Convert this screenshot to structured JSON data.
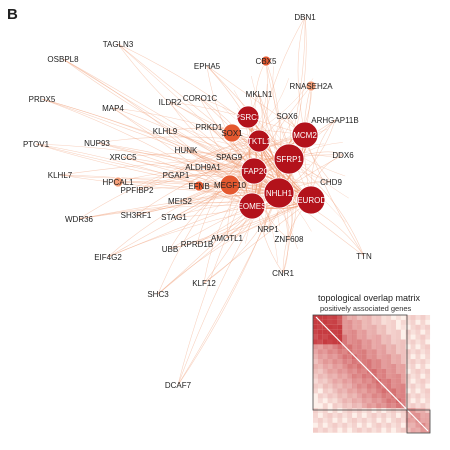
{
  "panel_label": "B",
  "inset": {
    "title": "topological overlap matrix",
    "subtitle": "positively associated genes"
  },
  "colors": {
    "edge": "#f2a27c",
    "node_dark": "#b3121b",
    "node_mid": "#e4582f",
    "node_light": "#f6a07a",
    "node_outline": "#ffffff"
  },
  "nodes": [
    {
      "id": "DBN1",
      "label": "DBN1"
    },
    {
      "id": "TAGLN3",
      "label": "TAGLN3"
    },
    {
      "id": "OSBPL8",
      "label": "OSBPL8"
    },
    {
      "id": "CBX5",
      "label": "CBX5"
    },
    {
      "id": "EPHA5",
      "label": "EPHA5"
    },
    {
      "id": "RNASEH2A",
      "label": "RNASEH2A"
    },
    {
      "id": "PRDX5",
      "label": "PRDX5"
    },
    {
      "id": "MAP4",
      "label": "MAP4"
    },
    {
      "id": "ILDR2",
      "label": "ILDR2"
    },
    {
      "id": "CORO1C",
      "label": "CORO1C"
    },
    {
      "id": "MKLN1",
      "label": "MKLN1"
    },
    {
      "id": "PSRC1",
      "label": "PSRC1"
    },
    {
      "id": "SOX6",
      "label": "SOX6"
    },
    {
      "id": "ARHGAP11B",
      "label": "ARHGAP11B"
    },
    {
      "id": "PTOV1",
      "label": "PTOV1"
    },
    {
      "id": "NUP93",
      "label": "NUP93"
    },
    {
      "id": "KLHL9",
      "label": "KLHL9"
    },
    {
      "id": "PRKD1",
      "label": "PRKD1"
    },
    {
      "id": "SOX1",
      "label": "SOX1"
    },
    {
      "id": "TKTL1",
      "label": "TKTL1"
    },
    {
      "id": "MCM2",
      "label": "MCM2"
    },
    {
      "id": "DDX6",
      "label": "DDX6"
    },
    {
      "id": "HUNK",
      "label": "HUNK"
    },
    {
      "id": "SPAG9",
      "label": "SPAG9"
    },
    {
      "id": "SFRP1",
      "label": "SFRP1"
    },
    {
      "id": "XRCC5",
      "label": "XRCC5"
    },
    {
      "id": "ALDH9A1",
      "label": "ALDH9A1"
    },
    {
      "id": "TFAP2C",
      "label": "TFAP2C"
    },
    {
      "id": "CHD9",
      "label": "CHD9"
    },
    {
      "id": "KLHL7",
      "label": "KLHL7"
    },
    {
      "id": "HPCAL1",
      "label": "HPCAL1"
    },
    {
      "id": "PGAP1",
      "label": "PGAP1"
    },
    {
      "id": "EFNB",
      "label": "EFNB"
    },
    {
      "id": "MEGF10",
      "label": "MEGF10"
    },
    {
      "id": "NHLH1",
      "label": "NHLH1"
    },
    {
      "id": "NEUROD4",
      "label": "NEUROD4"
    },
    {
      "id": "PPFIBP2",
      "label": "PPFIBP2"
    },
    {
      "id": "MEIS2",
      "label": "MEIS2"
    },
    {
      "id": "EOMES",
      "label": "EOMES"
    },
    {
      "id": "WDR36",
      "label": "WDR36"
    },
    {
      "id": "SH3RF1",
      "label": "SH3RF1"
    },
    {
      "id": "STAG1",
      "label": "STAG1"
    },
    {
      "id": "NRP1",
      "label": "NRP1"
    },
    {
      "id": "AMOTL1",
      "label": "AMOTL1"
    },
    {
      "id": "ZNF608",
      "label": "ZNF608"
    },
    {
      "id": "EIF4G2",
      "label": "EIF4G2"
    },
    {
      "id": "UBB",
      "label": "UBB"
    },
    {
      "id": "RPRD1B",
      "label": "RPRD1B"
    },
    {
      "id": "TTN",
      "label": "TTN"
    },
    {
      "id": "CNR1",
      "label": "CNR1"
    },
    {
      "id": "KLF12",
      "label": "KLF12"
    },
    {
      "id": "SHC3",
      "label": "SHC3"
    },
    {
      "id": "DCAF7",
      "label": "DCAF7"
    }
  ]
}
